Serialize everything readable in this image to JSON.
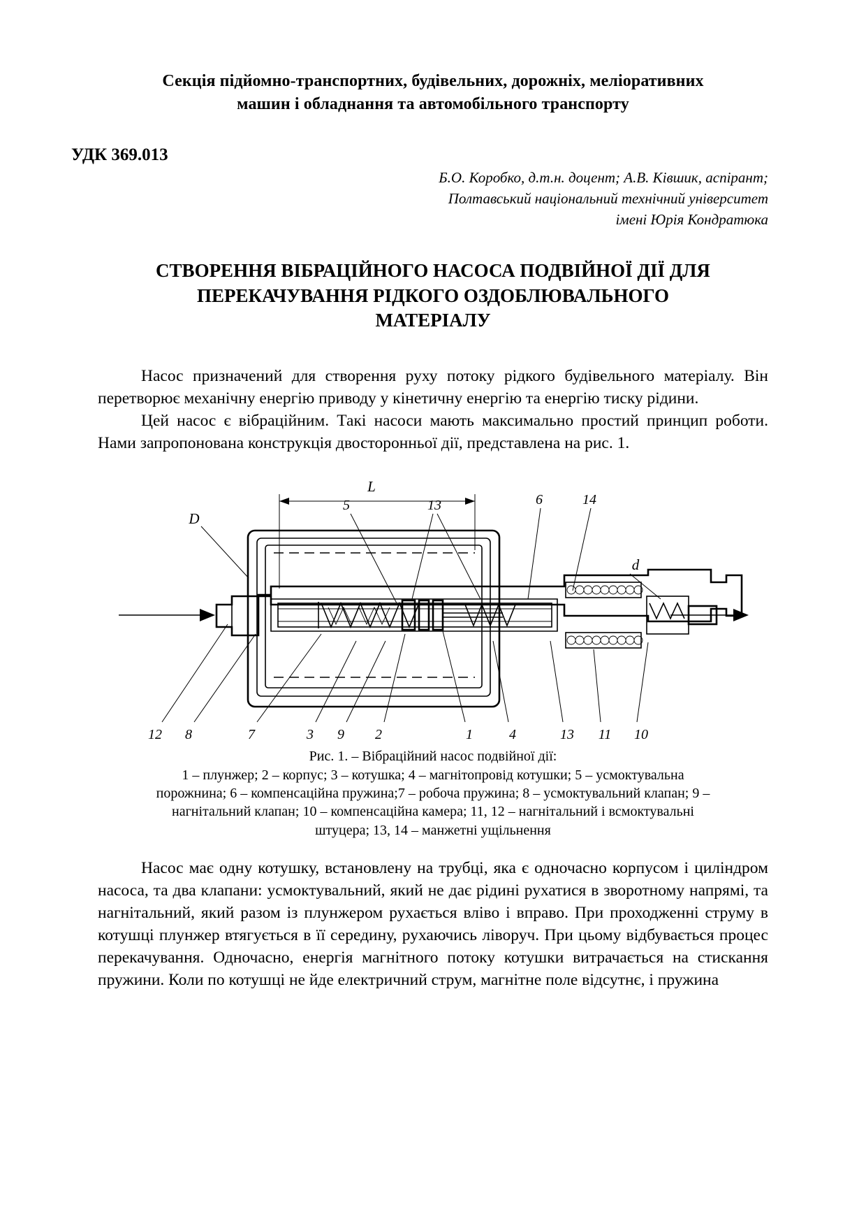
{
  "section_header": {
    "line1": "Секція підйомно-транспортних, будівельних, дорожніх, меліоративних",
    "line2": "машин і обладнання та автомобільного транспорту"
  },
  "udk": "УДК 369.013",
  "authors": {
    "line1": "Б.О. Коробко, д.т.н. доцент; А.В. Ківшик, аспірант;",
    "line2": "Полтавський національний технічний університет",
    "line3": "імені Юрія Кондратюка"
  },
  "title": {
    "line1": "СТВОРЕННЯ ВІБРАЦІЙНОГО НАСОСА ПОДВІЙНОЇ ДІЇ ДЛЯ",
    "line2": "ПЕРЕКАЧУВАННЯ РІДКОГО ОЗДОБЛЮВАЛЬНОГО",
    "line3": "МАТЕРІАЛУ"
  },
  "paragraphs": {
    "p1": "Насос призначений для створення руху потоку рідкого будівельного матеріалу. Він перетворює механічну енергію приводу у кінетичну енергію та енергію тиску рідини.",
    "p2": "Цей насос є вібраційним. Такі насоси мають максимально простий принцип роботи. Нами запропонована конструкція двосторонньої дії, представлена на рис. 1.",
    "p3": "Насос має одну котушку, встановлену на трубці, яка є одночасно корпусом і циліндром насоса, та два клапани: усмоктувальний, який не дає рідині рухатися в зворотному напрямі, та нагнітальний, який разом із плунжером рухається вліво і вправо. При проходженні струму в котушці плунжер втягується в її середину, рухаючись ліворуч. При цьому відбувається процес перекачування. Одночасно, енергія магнітного потоку котушки витрачається на стискання пружини. Коли по котушці не йде електричний струм, магнітне поле відсутнє, і пружина"
  },
  "figure": {
    "caption_title": "Рис. 1. – Вібраційний насос подвійної дії:",
    "legend_line1": "1 – плунжер; 2 – корпус; 3 – котушка; 4 – магнітопровід котушки; 5 – усмоктувальна",
    "legend_line2": "порожнина; 6 – компенсаційна пружина;7 – робоча пружина; 8 – усмоктувальний клапан; 9 –",
    "legend_line3": "нагнітальний клапан; 10 – компенсаційна камера; 11, 12 – нагнітальний і всмоктувальні",
    "legend_line4": "штуцера; 13, 14 – манжетні ущільнення",
    "dimension_labels": {
      "length": "L",
      "diameter_big": "D",
      "diameter_small": "d"
    },
    "callouts_top": [
      "5",
      "13",
      "6",
      "14"
    ],
    "callouts_bottom": [
      "12",
      "8",
      "7",
      "3",
      "9",
      "2",
      "1",
      "4",
      "13",
      "11",
      "10"
    ]
  }
}
